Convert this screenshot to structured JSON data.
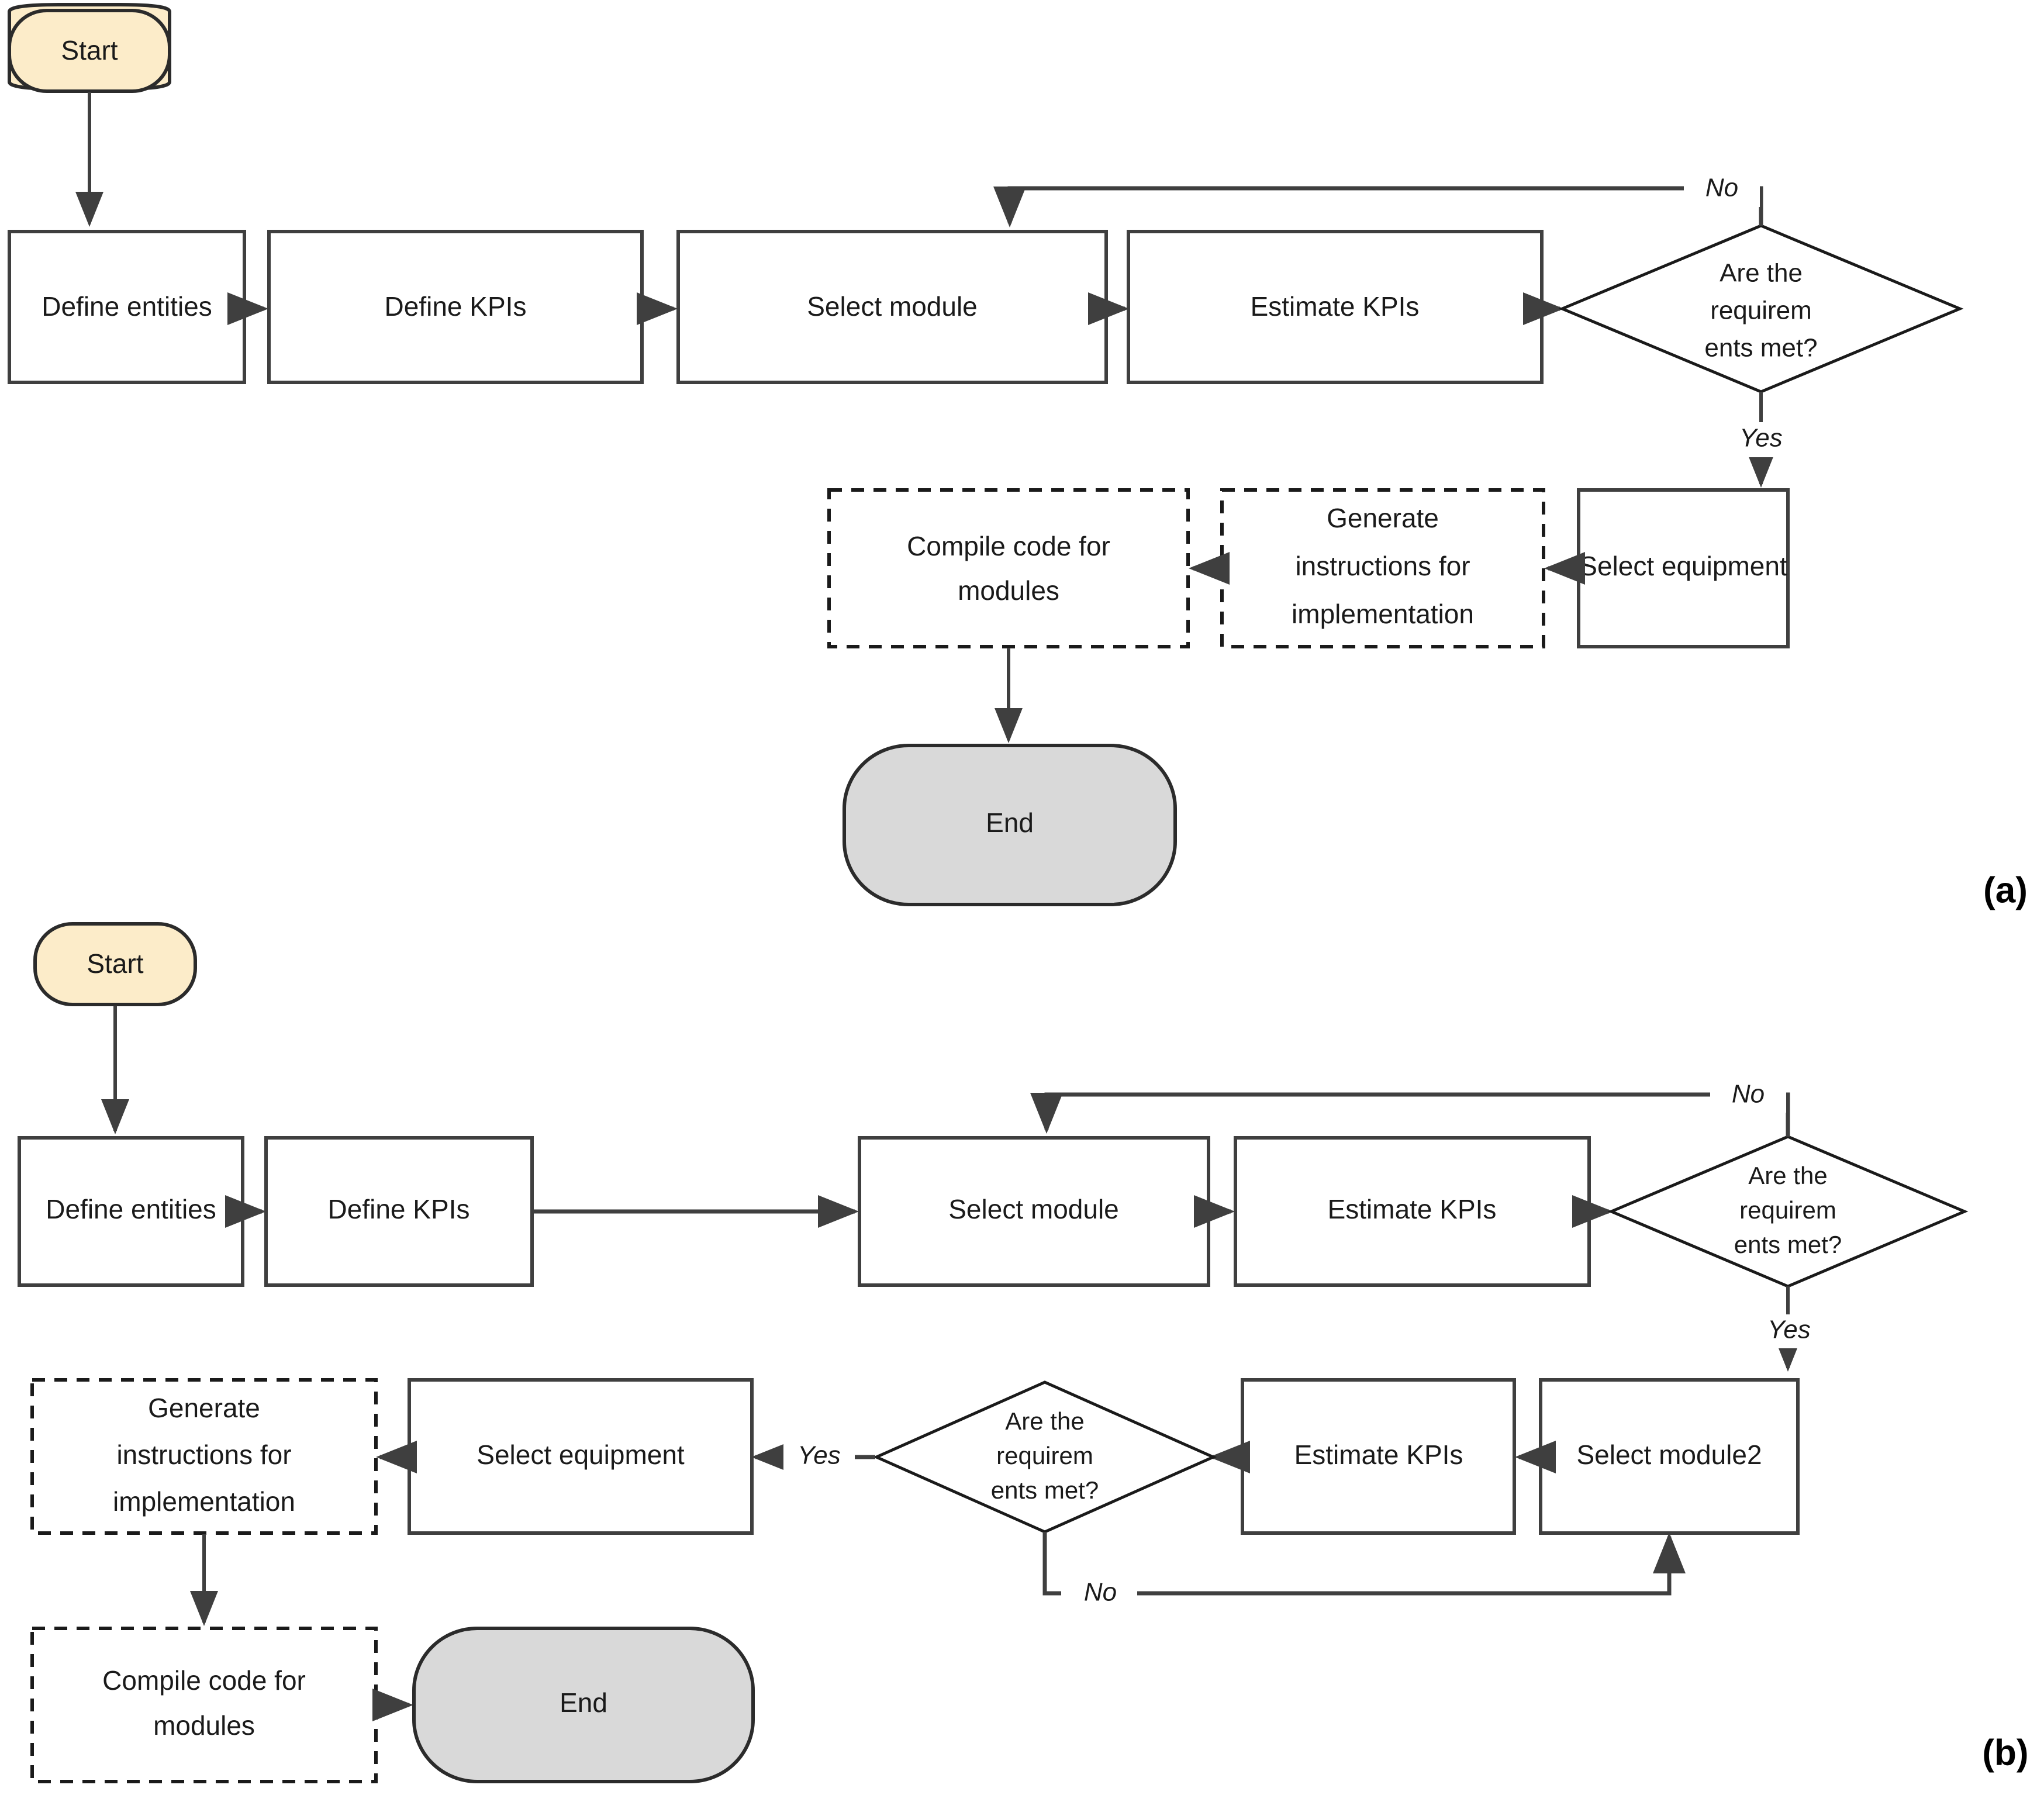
{
  "figure": {
    "panels": [
      {
        "key": "a",
        "label": "(a)"
      },
      {
        "key": "b",
        "label": "(b)"
      }
    ]
  },
  "panel_a": {
    "nodes": {
      "start": {
        "label": "Start",
        "shape": "terminator",
        "fill": "#fcecc9"
      },
      "define_entities": {
        "label": "Define entities",
        "shape": "process"
      },
      "define_kpis": {
        "label": "Define KPIs",
        "shape": "process"
      },
      "select_module": {
        "label": "Select module",
        "shape": "process"
      },
      "estimate_kpis": {
        "label": "Estimate KPIs",
        "shape": "process"
      },
      "decision": {
        "shape": "decision",
        "label_lines": [
          "Are the",
          "requirem",
          "ents met?"
        ]
      },
      "select_equipment": {
        "label": "Select equipment",
        "shape": "process"
      },
      "generate_instructions": {
        "shape": "process-dashed",
        "label_lines": [
          "Generate",
          "instructions for",
          "implementation"
        ]
      },
      "compile_code": {
        "shape": "process-dashed",
        "label_lines": [
          "Compile code for",
          "modules"
        ]
      },
      "end": {
        "label": "End",
        "shape": "terminator",
        "fill": "#d9d9d9"
      }
    },
    "edges": [
      {
        "from": "start",
        "to": "define_entities",
        "label": ""
      },
      {
        "from": "define_entities",
        "to": "define_kpis",
        "label": ""
      },
      {
        "from": "define_kpis",
        "to": "select_module",
        "label": ""
      },
      {
        "from": "select_module",
        "to": "estimate_kpis",
        "label": ""
      },
      {
        "from": "estimate_kpis",
        "to": "decision",
        "label": ""
      },
      {
        "from": "decision",
        "to": "select_module",
        "label": "No"
      },
      {
        "from": "decision",
        "to": "select_equipment",
        "label": "Yes"
      },
      {
        "from": "select_equipment",
        "to": "generate_instructions",
        "label": ""
      },
      {
        "from": "generate_instructions",
        "to": "compile_code",
        "label": ""
      },
      {
        "from": "compile_code",
        "to": "end",
        "label": ""
      }
    ]
  },
  "panel_b": {
    "nodes": {
      "start": {
        "label": "Start",
        "shape": "terminator",
        "fill": "#fcecc9"
      },
      "define_entities": {
        "label": "Define entities",
        "shape": "process"
      },
      "define_kpis": {
        "label": "Define KPIs",
        "shape": "process"
      },
      "select_module": {
        "label": "Select module",
        "shape": "process"
      },
      "estimate_kpis": {
        "label": "Estimate KPIs",
        "shape": "process"
      },
      "decision1": {
        "shape": "decision",
        "label_lines": [
          "Are the",
          "requirem",
          "ents met?"
        ]
      },
      "select_module2": {
        "label": "Select module2",
        "shape": "process"
      },
      "estimate_kpis2": {
        "label": "Estimate KPIs",
        "shape": "process"
      },
      "decision2": {
        "shape": "decision",
        "label_lines": [
          "Are the",
          "requirem",
          "ents met?"
        ]
      },
      "select_equipment": {
        "label": "Select equipment",
        "shape": "process"
      },
      "generate_instructions": {
        "shape": "process-dashed",
        "label_lines": [
          "Generate",
          "instructions for",
          "implementation"
        ]
      },
      "compile_code": {
        "shape": "process-dashed",
        "label_lines": [
          "Compile code for",
          "modules"
        ]
      },
      "end": {
        "label": "End",
        "shape": "terminator",
        "fill": "#d9d9d9"
      }
    },
    "edges": [
      {
        "from": "start",
        "to": "define_entities",
        "label": ""
      },
      {
        "from": "define_entities",
        "to": "define_kpis",
        "label": ""
      },
      {
        "from": "define_kpis",
        "to": "select_module",
        "label": ""
      },
      {
        "from": "select_module",
        "to": "estimate_kpis",
        "label": ""
      },
      {
        "from": "estimate_kpis",
        "to": "decision1",
        "label": ""
      },
      {
        "from": "decision1",
        "to": "select_module",
        "label": "No"
      },
      {
        "from": "decision1",
        "to": "select_module2",
        "label": "Yes"
      },
      {
        "from": "select_module2",
        "to": "estimate_kpis2",
        "label": ""
      },
      {
        "from": "estimate_kpis2",
        "to": "decision2",
        "label": ""
      },
      {
        "from": "decision2",
        "to": "select_equipment",
        "label": "Yes"
      },
      {
        "from": "decision2",
        "to": "select_module2",
        "label": "No"
      },
      {
        "from": "select_equipment",
        "to": "generate_instructions",
        "label": ""
      },
      {
        "from": "generate_instructions",
        "to": "compile_code",
        "label": ""
      },
      {
        "from": "compile_code",
        "to": "end",
        "label": ""
      }
    ]
  },
  "labels": {
    "a_yes": "Yes",
    "a_no": "No",
    "b_no_top": "No",
    "b_yes_top": "Yes",
    "b_yes_mid": "Yes",
    "b_no_mid": "No"
  },
  "colors": {
    "start_fill": "#fcecc9",
    "end_fill": "#d9d9d9",
    "box_stroke": "#3f3f3f",
    "line": "#3f3f3f",
    "text": "#1a1a1a",
    "background": "#ffffff"
  }
}
